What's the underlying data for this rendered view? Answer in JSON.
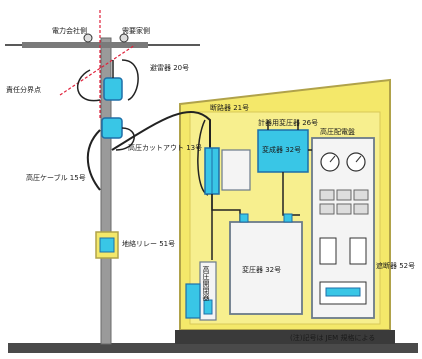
{
  "colors": {
    "background": "#ffffff",
    "building": "#f4e86a",
    "building_outline": "#b0a24a",
    "pole": "#9a9a9a",
    "equipment_blue": "#39c6e6",
    "equipment_outline": "#1e6fa8",
    "wire_black": "#222222",
    "wire_red": "#e0203a",
    "panel_white": "#f4f4f4",
    "panel_border": "#6a7a8a",
    "ground": "#4a4a4a"
  },
  "labels": {
    "service_drop": "電力会社側",
    "customer_side": "需要家側",
    "branch_point": "責任分界点",
    "lightning_arrester": "避雷器 20号",
    "cutout_switch": "高圧カットアウト 13号",
    "cable": "高圧ケーブル 15号",
    "ground_relay": "地絡リレー 51号",
    "vt_label": "計器用変圧器 26号",
    "disconnector_label": "断路器 21号",
    "transformer_box": "変成器 32号",
    "meter_board": "高圧配電盤",
    "transformer_main": "変圧器 32号",
    "breaker_label": "遮断器 52号",
    "switch_vertical": "高圧開閉器",
    "bottom_caption": "(注)記号は JEM 規格による"
  }
}
